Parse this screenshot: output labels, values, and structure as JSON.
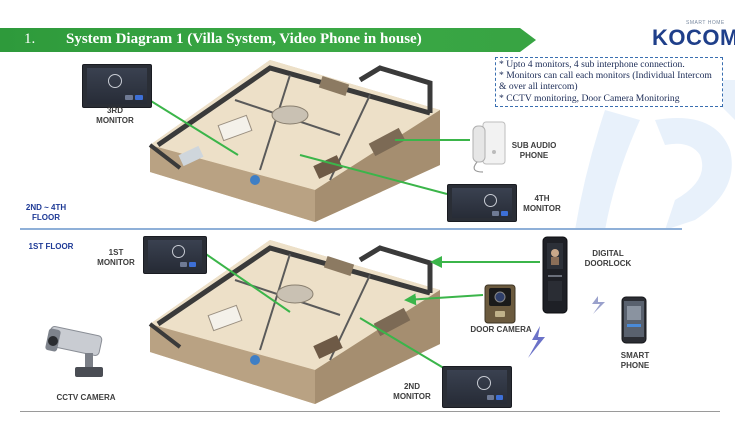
{
  "header": {
    "number": "1.",
    "title": "System Diagram 1 (Villa System, Video Phone in house)"
  },
  "logo": {
    "small": "SMART HOME",
    "main": "KOCOM"
  },
  "notes": [
    "* Upto 4 monitors, 4 sub interphone connection.",
    "* Monitors can call each monitors (Individual Intercom",
    "& over all intercom)",
    "* CCTV monitoring, Door Camera Monitoring"
  ],
  "labels": {
    "monitor_3rd": [
      "3RD",
      "MONITOR"
    ],
    "sub_audio_phone": [
      "SUB AUDIO",
      "PHONE"
    ],
    "monitor_4th": [
      "4TH",
      "MONITOR"
    ],
    "floor_upper": [
      "2ND ~ 4TH",
      "FLOOR"
    ],
    "floor_lower": "1ST FLOOR",
    "monitor_1st": [
      "1ST",
      "MONITOR"
    ],
    "digital_doorlock": [
      "DIGITAL",
      "DOORLOCK"
    ],
    "door_camera": "DOOR CAMERA",
    "smart_phone": [
      "SMART",
      "PHONE"
    ],
    "cctv_camera": "CCTV CAMERA",
    "monitor_2nd": [
      "2ND",
      "MONITOR"
    ]
  },
  "colors": {
    "title_green": "#38a443",
    "connection_green": "#3bb54a",
    "label_blue": "#1e3a96",
    "logo_blue": "#1f3f8a",
    "wireless_purple": "#6b72c8"
  }
}
